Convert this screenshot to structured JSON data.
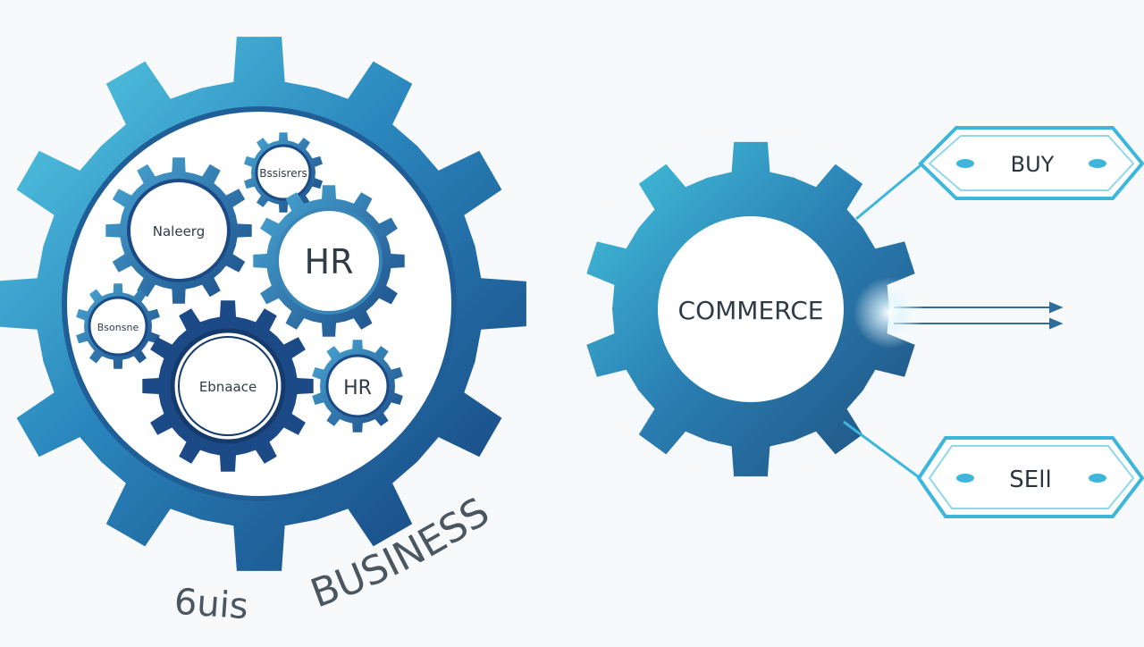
{
  "big_gear": {
    "inner_gears": [
      {
        "id": "top-small",
        "label": "Bssisrers"
      },
      {
        "id": "left-mid",
        "label": "Naleerg"
      },
      {
        "id": "hr-large",
        "label": "HR"
      },
      {
        "id": "left-small",
        "label": "Bsonsne"
      },
      {
        "id": "bottom-large",
        "label": "Ebnaace"
      },
      {
        "id": "hr-small",
        "label": "HR"
      }
    ],
    "caption_left": "6uis",
    "caption_right": "BUSINESS"
  },
  "commerce_gear": {
    "label": "COMMERCE"
  },
  "tags": {
    "buy": "BUY",
    "sell": "SEll"
  },
  "colors": {
    "gear_dark": "#1a5a93",
    "gear_mid": "#2a86bd",
    "gear_light": "#4ac3df",
    "tag_stroke": "#3cb6db",
    "background": "#f7f9fb"
  }
}
